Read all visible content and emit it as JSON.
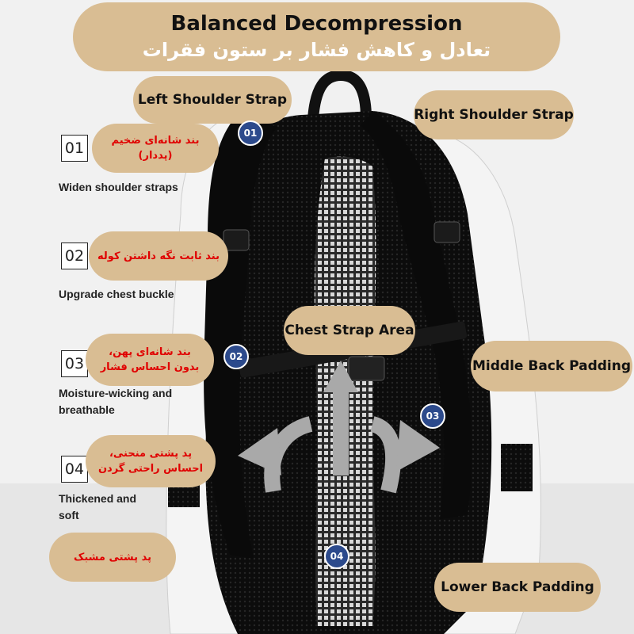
{
  "header": {
    "title_en": "Balanced Decompression",
    "title_fa": "تعادل و کاهش فشار بر ستون فقرات"
  },
  "callouts": {
    "left_shoulder": "Left Shoulder Strap",
    "right_shoulder": "Right Shoulder Strap",
    "chest_strap": "Chest Strap Area",
    "middle_back": "Middle Back Padding",
    "lower_back": "Lower Back Padding"
  },
  "features": [
    {
      "num": "01",
      "fa": "بند شانه‌ای ضخیم (پددار)",
      "caption": [
        "Widen shoulder straps"
      ]
    },
    {
      "num": "02",
      "fa": "بند ثابت نگه داشتن کوله",
      "caption": [
        "Upgrade chest buckle"
      ]
    },
    {
      "num": "03",
      "fa": [
        "بند شانه‌ای پهن،",
        "بدون احساس فشار"
      ],
      "caption": [
        "Moisture-wicking and",
        "breathable"
      ]
    },
    {
      "num": "04",
      "fa": [
        "پد پشتی منحنی،",
        "احساس راحتی گردن"
      ],
      "caption": [
        "Thickened and",
        "soft"
      ]
    }
  ],
  "extra_fa": "پد پشتی مشبک",
  "badges": [
    "01",
    "02",
    "03",
    "04"
  ],
  "colors": {
    "pill": "#d9bd93",
    "badge": "#2c4a8c",
    "fa_text": "#e00000",
    "bag_body": "#111111",
    "bag_side": "#f4f4f4"
  }
}
